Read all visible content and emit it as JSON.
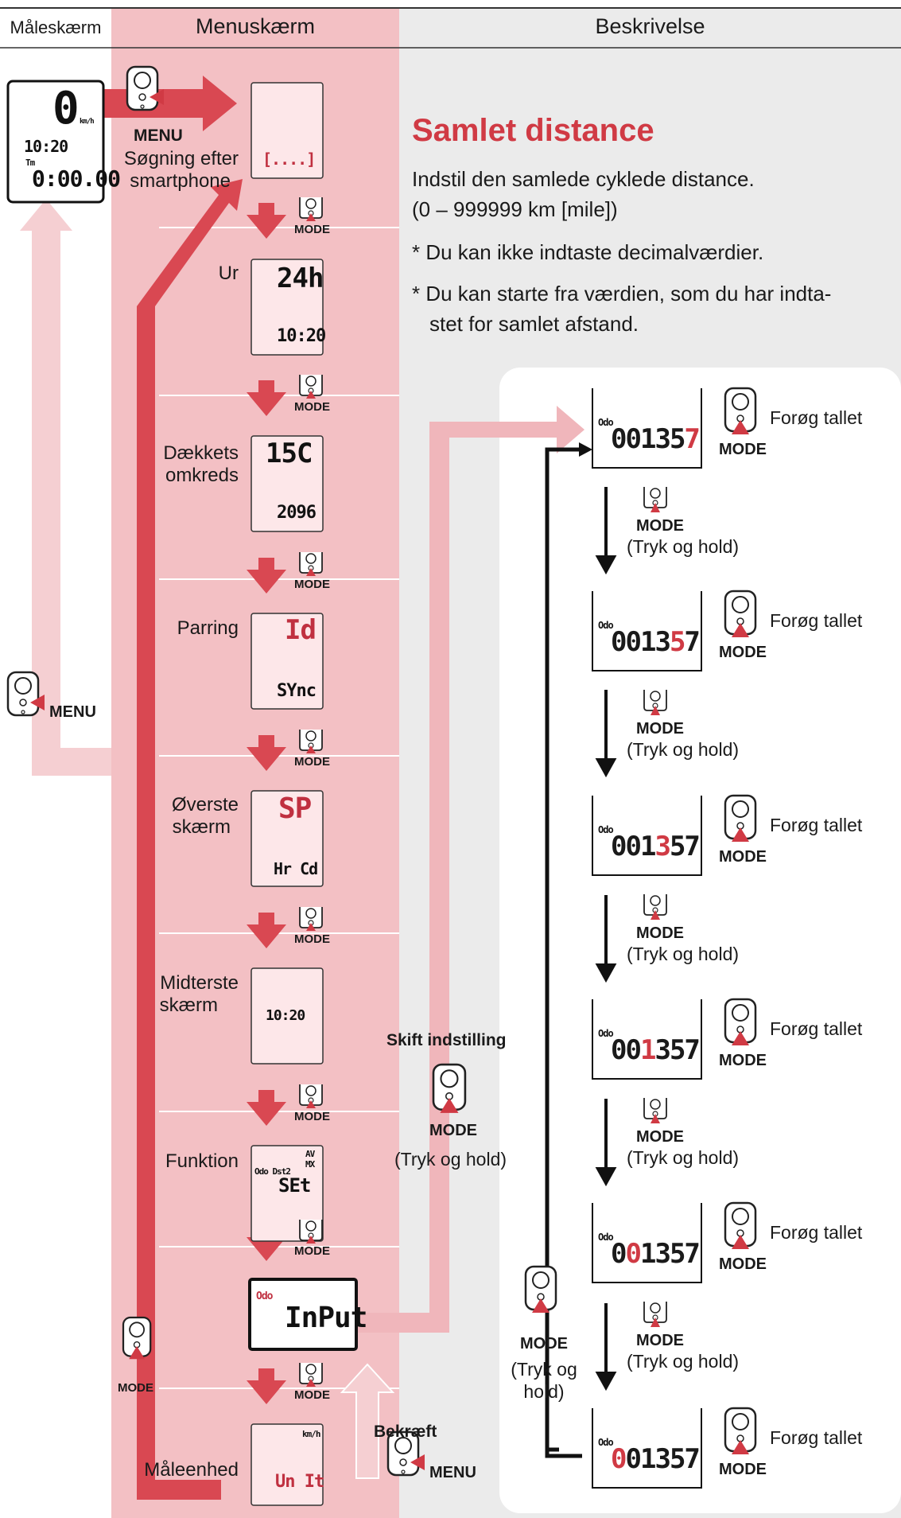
{
  "header": {
    "col1": "Måleskærm",
    "col2": "Menuskærm",
    "col3": "Beskrivelse"
  },
  "description": {
    "title": "Samlet distance",
    "line1": "Indstil den samlede cyklede distance.",
    "line2": "(0 – 999999 km [mile])",
    "note1": "* Du kan ikke indtaste decimalværdier.",
    "note2a": "* Du kan starte fra værdien, som du har indta-",
    "note2b": "stet for samlet afstand."
  },
  "measure_screen": {
    "speed": "0",
    "speed_unit": "km/h",
    "time": "10:20",
    "tm": "Tm",
    "odo": "0:00.00"
  },
  "menu_items": [
    {
      "label_1": "Søgning efter",
      "label_2": "smartphone",
      "lcd_bottom": "[....]"
    },
    {
      "label_1": "Ur",
      "label_2": "",
      "lcd_top": "24h",
      "lcd_bottom": "10:20"
    },
    {
      "label_1": "Dækkets",
      "label_2": "omkreds",
      "lcd_top": "15C",
      "lcd_bottom": "2096"
    },
    {
      "label_1": "Parring",
      "label_2": "",
      "lcd_top": "Id",
      "lcd_bottom": "SYnc"
    },
    {
      "label_1": "Øverste",
      "label_2": "skærm",
      "lcd_top": "SP",
      "lcd_bottom": "Hr Cd"
    },
    {
      "label_1": "Midterste",
      "label_2": "skærm",
      "lcd_mid": "10:20"
    },
    {
      "label_1": "Funktion",
      "label_2": "",
      "lcd_tag": "Odo Dst2",
      "lcd_side": "AV MX",
      "lcd_bottom": "SEt"
    },
    {
      "label_1": "",
      "label_2": "",
      "lcd_tag": "Odo",
      "lcd_bottom": "InPut"
    },
    {
      "label_1": "Måleenhed",
      "label_2": "",
      "lcd_unit": "km/h",
      "lcd_bottom": "Un It"
    }
  ],
  "buttons": {
    "menu": "MENU",
    "mode": "MODE"
  },
  "labels": {
    "skift": "Skift indstilling",
    "tryk": "(Tryk og hold)",
    "bekraeft": "Bekræft",
    "left_tryk_1": "(Tryk og",
    "left_tryk_2": "hold)"
  },
  "steps": [
    {
      "odo": "Odo",
      "digits": [
        "0",
        "0",
        "1",
        "3",
        "5",
        "7"
      ],
      "highlight": 5,
      "action": "Forøg tallet"
    },
    {
      "odo": "Odo",
      "digits": [
        "0",
        "0",
        "1",
        "3",
        "5",
        "7"
      ],
      "highlight": 4,
      "action": "Forøg tallet"
    },
    {
      "odo": "Odo",
      "digits": [
        "0",
        "0",
        "1",
        "3",
        "5",
        "7"
      ],
      "highlight": 3,
      "action": "Forøg tallet"
    },
    {
      "odo": "Odo",
      "digits": [
        "0",
        "0",
        "1",
        "3",
        "5",
        "7"
      ],
      "highlight": 2,
      "action": "Forøg tallet"
    },
    {
      "odo": "Odo",
      "digits": [
        "0",
        "0",
        "1",
        "3",
        "5",
        "7"
      ],
      "highlight": 1,
      "action": "Forøg tallet"
    },
    {
      "odo": "Odo",
      "digits": [
        "0",
        "0",
        "1",
        "3",
        "5",
        "7"
      ],
      "highlight": 0,
      "action": "Forøg tallet"
    }
  ],
  "colors": {
    "accent": "#d03a44",
    "pink_column": "#f3c0c4",
    "light_pink": "#f5cfd2",
    "gray_column": "#ebebeb",
    "red_arrow": "#d94852",
    "pink_arrow": "#f0b6bb"
  }
}
